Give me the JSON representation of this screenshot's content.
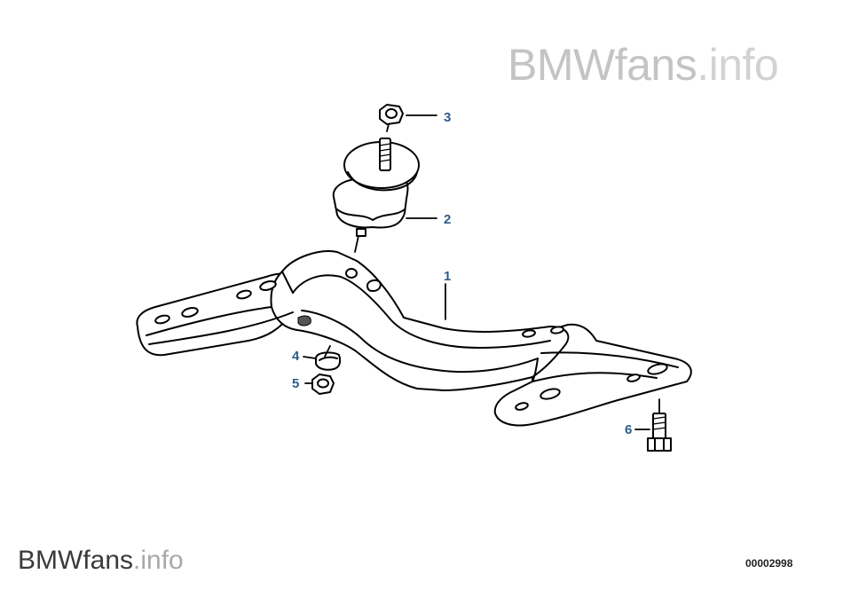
{
  "watermark": {
    "brand": "BMWfans",
    "ext": ".info"
  },
  "diagram_code": "00002998",
  "callouts": [
    "1",
    "2",
    "3",
    "4",
    "5",
    "6"
  ],
  "colors": {
    "callout": "#2e5c8a",
    "line": "#000000",
    "watermark_light": "#c4c4c4"
  }
}
